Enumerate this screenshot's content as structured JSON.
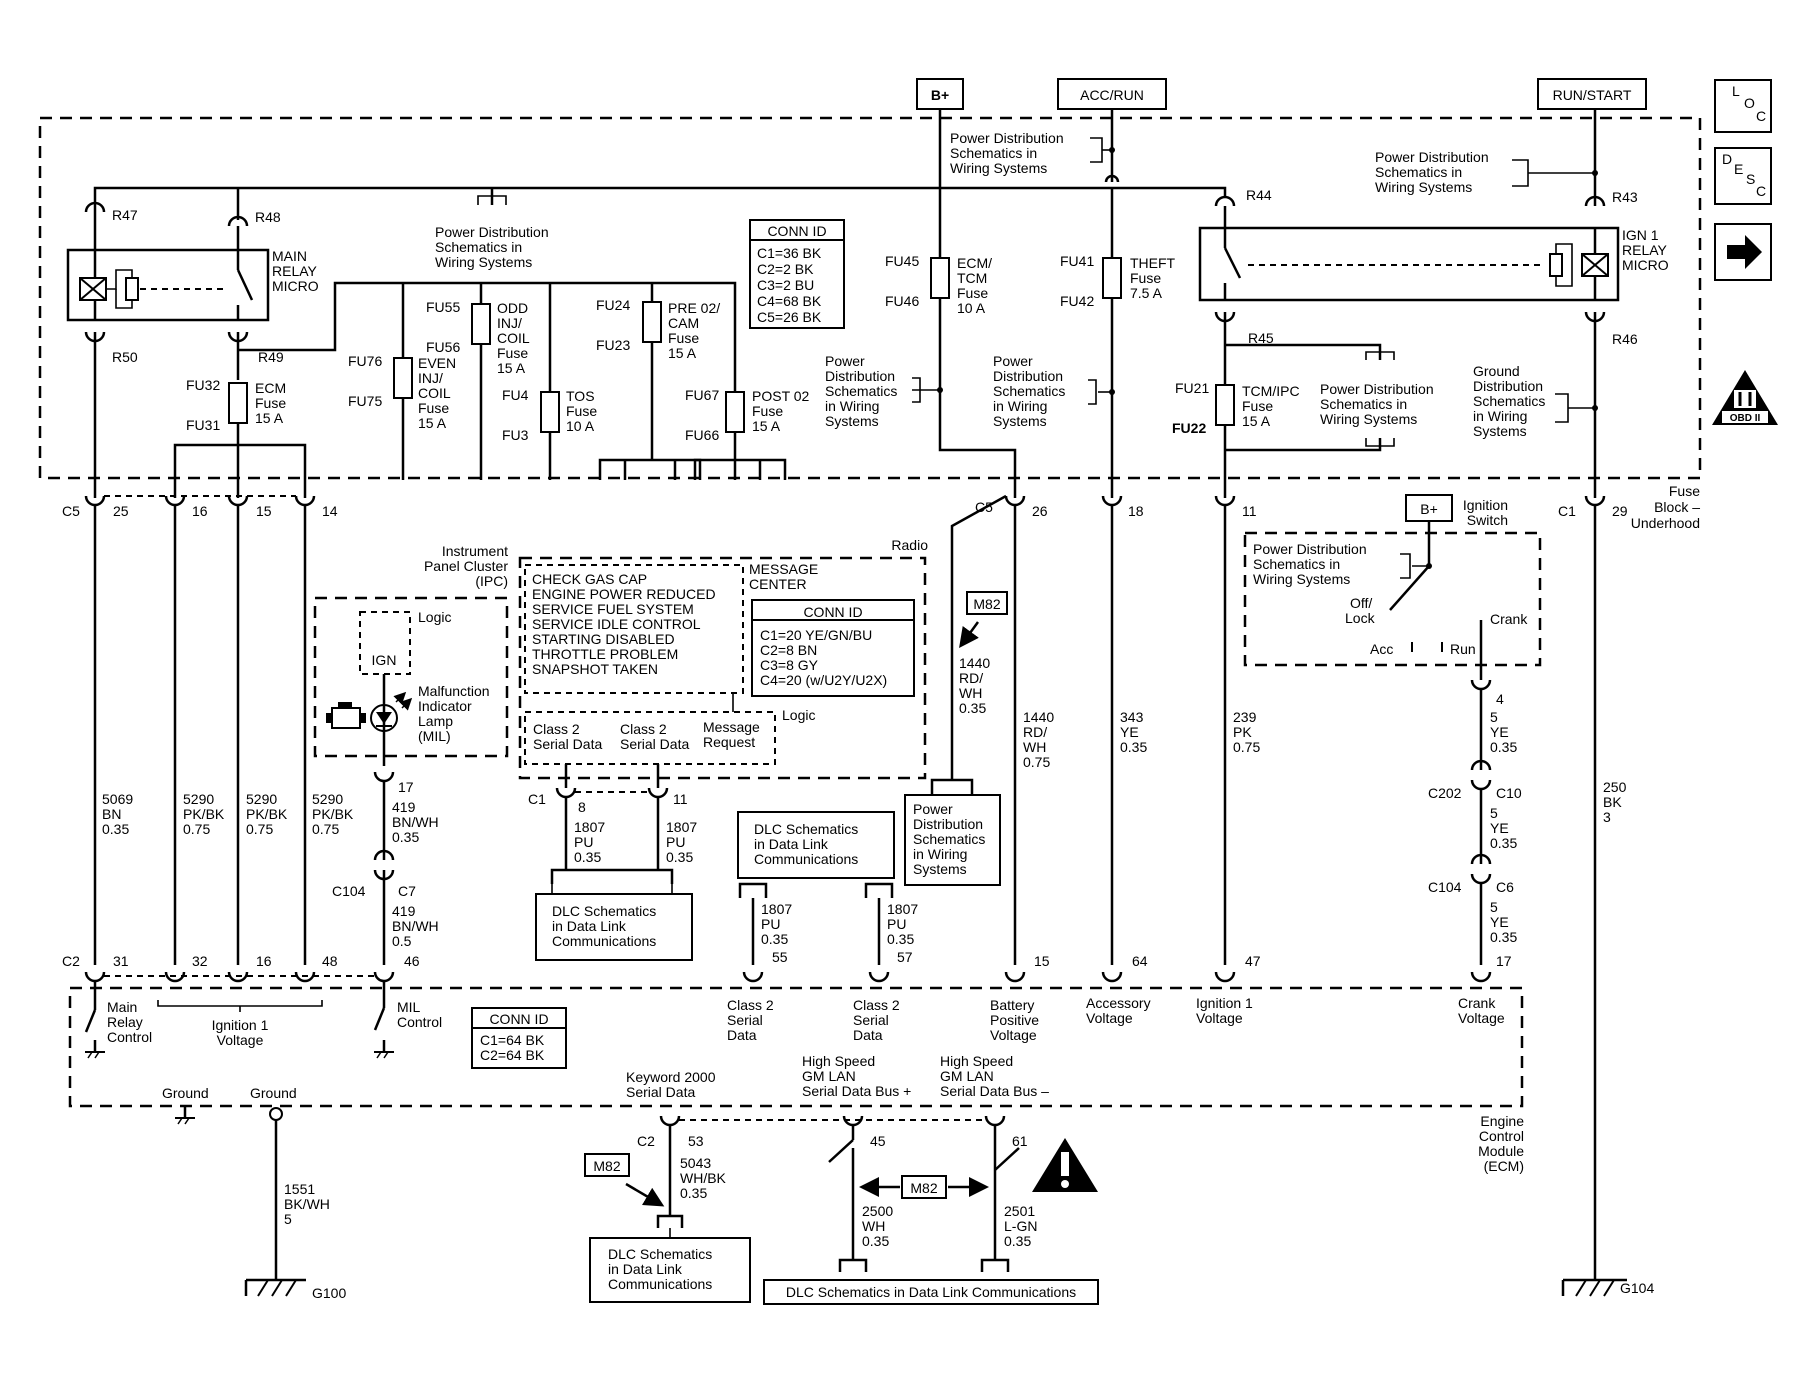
{
  "power_sources": {
    "b_plus": "B+",
    "acc_run": "ACC/RUN",
    "run_start": "RUN/START"
  },
  "nav_icons": {
    "loc": [
      "L",
      "O",
      "C"
    ],
    "desc": [
      "D",
      "E",
      "S",
      "C"
    ],
    "obd_label": "OBD II"
  },
  "psd_lines": [
    "Power Distribution",
    "Schematics in",
    "Wiring Systems"
  ],
  "psd_lines_b": [
    "Power",
    "Distribution",
    "Schematics",
    "in Wiring",
    "Systems"
  ],
  "gnd_dist_lines": [
    "Ground",
    "Distribution",
    "Schematics",
    "in Wiring",
    "Systems"
  ],
  "dlc_lines": [
    "DLC Schematics",
    "in Data Link",
    "Communications"
  ],
  "dlc_single": "DLC Schematics in Data Link Communications",
  "relays": {
    "main": [
      "MAIN",
      "RELAY",
      "MICRO"
    ],
    "ign1": [
      "IGN 1",
      "RELAY",
      "MICRO"
    ],
    "terminals": [
      "R47",
      "R48",
      "R50",
      "R49",
      "R44",
      "R43",
      "R45",
      "R46"
    ]
  },
  "fuses": [
    {
      "ids": [
        "FU32",
        "FU31"
      ],
      "label": [
        "ECM",
        "Fuse",
        "15 A"
      ]
    },
    {
      "ids": [
        "FU76",
        "FU75"
      ],
      "label": [
        "EVEN",
        "INJ/",
        "COIL",
        "Fuse",
        "15 A"
      ]
    },
    {
      "ids": [
        "FU55",
        "FU56"
      ],
      "label": [
        "ODD",
        "INJ/",
        "COIL",
        "Fuse",
        "15 A"
      ]
    },
    {
      "ids": [
        "FU4",
        "FU3"
      ],
      "label": [
        "TOS",
        "Fuse",
        "10 A"
      ]
    },
    {
      "ids": [
        "FU24",
        "FU23"
      ],
      "label": [
        "PRE 02/",
        "CAM",
        "Fuse",
        "15 A"
      ]
    },
    {
      "ids": [
        "FU67",
        "FU66"
      ],
      "label": [
        "POST 02",
        "Fuse",
        "15 A"
      ]
    },
    {
      "ids": [
        "FU45",
        "FU46"
      ],
      "label": [
        "ECM/",
        "TCM",
        "Fuse",
        "10 A"
      ]
    },
    {
      "ids": [
        "FU41",
        "FU42"
      ],
      "label": [
        "THEFT",
        "Fuse",
        "7.5 A"
      ]
    },
    {
      "ids": [
        "FU21",
        "FU22"
      ],
      "label": [
        "TCM/IPC",
        "Fuse",
        "15 A"
      ]
    }
  ],
  "conn_fuse_block": {
    "title": "CONN ID",
    "rows": [
      "C1=36 BK",
      "C2=2 BK",
      "C3=2 BU",
      "C4=68 BK",
      "C5=26 BK"
    ]
  },
  "fuse_block_label": [
    "Fuse",
    "Block –",
    "Underhood"
  ],
  "fuse_block_pins": {
    "c5": "C5",
    "c1": "C1",
    "pins": [
      "25",
      "16",
      "15",
      "14",
      "26",
      "18",
      "11",
      "29"
    ]
  },
  "ipc": {
    "label": [
      "Instrument",
      "Panel Cluster",
      "(IPC)"
    ],
    "logic": "Logic",
    "ign": "IGN",
    "mil": [
      "Malfunction",
      "Indicator",
      "Lamp",
      "(MIL)"
    ]
  },
  "radio": {
    "label": "Radio",
    "message_center": [
      "MESSAGE",
      "CENTER"
    ],
    "messages": [
      "CHECK GAS CAP",
      "ENGINE POWER REDUCED",
      "SERVICE FUEL SYSTEM",
      "SERVICE IDLE CONTROL",
      "STARTING DISABLED",
      "THROTTLE PROBLEM",
      "SNAPSHOT TAKEN"
    ],
    "conn_title": "CONN ID",
    "conn_rows": [
      "C1=20 YE/GN/BU",
      "C2=8 BN",
      "C3=8 GY",
      "C4=20 (w/U2Y/U2X)"
    ],
    "serial1": [
      "Class 2",
      "Serial Data"
    ],
    "serial2": [
      "Class 2",
      "Serial Data"
    ],
    "msg_req": [
      "Message",
      "Request"
    ],
    "logic": "Logic",
    "c1": "C1",
    "pins": [
      "8",
      "11"
    ]
  },
  "m82": "M82",
  "wires": {
    "w5069": [
      "5069",
      "BN",
      "0.35"
    ],
    "w5290": [
      "5290",
      "PK/BK",
      "0.75"
    ],
    "w419": [
      "419",
      "BN/WH",
      "0.35"
    ],
    "w419b": [
      "419",
      "BN/WH",
      "0.5"
    ],
    "w1807": [
      "1807",
      "PU",
      "0.35"
    ],
    "w1440": [
      "1440",
      "RD/",
      "WH",
      "0.35"
    ],
    "w1440b": [
      "1440",
      "RD/",
      "WH",
      "0.75"
    ],
    "w343": [
      "343",
      "YE",
      "0.35"
    ],
    "w239": [
      "239",
      "PK",
      "0.75"
    ],
    "w5": [
      "5",
      "YE",
      "0.35"
    ],
    "w250": [
      "250",
      "BK",
      "3"
    ],
    "w1551": [
      "1551",
      "BK/WH",
      "5"
    ],
    "w5043": [
      "5043",
      "WH/BK",
      "0.35"
    ],
    "w2500": [
      "2500",
      "WH",
      "0.35"
    ],
    "w2501": [
      "2501",
      "L-GN",
      "0.35"
    ]
  },
  "connectors": {
    "c104": "C104",
    "c7": "C7",
    "c202": "C202",
    "c10": "C10",
    "c6": "C6",
    "ipc_pin": "17",
    "ecm_mil_pin": "46",
    "switch_pin": "4",
    "ecm_dlc_pins": [
      "55",
      "57"
    ],
    "ecm_top": [
      "C2",
      "31",
      "32",
      "16",
      "48",
      "15",
      "64",
      "47",
      "17"
    ],
    "ecm_bottom": [
      "C2",
      "53",
      "45",
      "61"
    ]
  },
  "ign_switch": {
    "label": [
      "Ignition",
      "Switch"
    ],
    "b_plus": "B+",
    "off_lock": [
      "Off/",
      "Lock"
    ],
    "acc": "Acc",
    "run": "Run",
    "crank": "Crank"
  },
  "ecm": {
    "label": [
      "Engine",
      "Control",
      "Module",
      "(ECM)"
    ],
    "main_relay_ctl": [
      "Main",
      "Relay",
      "Control"
    ],
    "ign1_voltage": [
      "Ignition 1",
      "Voltage"
    ],
    "mil_control": [
      "MIL",
      "Control"
    ],
    "conn_title": "CONN ID",
    "conn_rows": [
      "C1=64 BK",
      "C2=64 BK"
    ],
    "class2_a": [
      "Class 2",
      "Serial",
      "Data"
    ],
    "class2_b": [
      "Class 2",
      "Serial",
      "Data"
    ],
    "batt": [
      "Battery",
      "Positive",
      "Voltage"
    ],
    "acc_v": [
      "Accessory",
      "Voltage"
    ],
    "ign1_v": [
      "Ignition 1",
      "Voltage"
    ],
    "crank_v": [
      "Crank",
      "Voltage"
    ],
    "ground": "Ground",
    "keyword": [
      "Keyword 2000",
      "Serial Data"
    ],
    "hs_plus": [
      "High Speed",
      "GM LAN",
      "Serial Data Bus +"
    ],
    "hs_minus": [
      "High Speed",
      "GM LAN",
      "Serial Data Bus –"
    ]
  },
  "grounds": {
    "g100": "G100",
    "g104": "G104"
  }
}
